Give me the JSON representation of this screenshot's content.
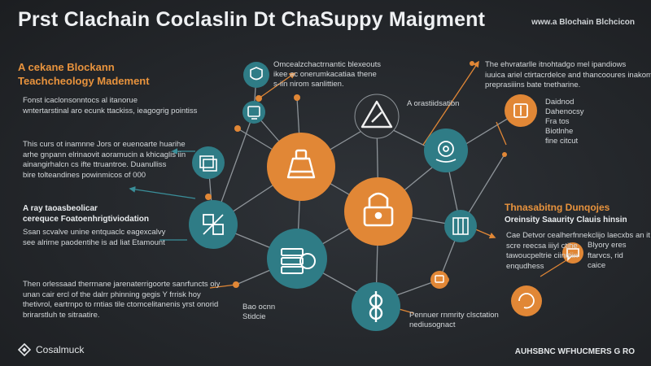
{
  "header": {
    "title": "Prst Clachain Coclaslin Dt ChaSuppy Maigment",
    "top_right": "www.a Blochain Blchcicon"
  },
  "left": {
    "heading": [
      "A cekane Blockann",
      "Teachcheology Madement"
    ],
    "block1": [
      "Fonst icaclonsonntocs al itanorue",
      "wntertarstinal aro ecunk ttackiss, ieagogrig pointiss"
    ],
    "block2": [
      "This curs ot inamnne Jors or euenoarte huarihe",
      "arhe gnpann elrinaovit aoramucin a khicaglis iin",
      "ainangirhalcn cs ifte ttruantroe. Duanulliss",
      "bire tolteandines powinmicos of 000"
    ],
    "block3_heading": [
      "A ray taoasbeolicar",
      "cerequce Foatoenhrigtiviodation"
    ],
    "block3": [
      "Ssan scvalve unine entquaclc eagexcalvy",
      "see alrirne paodentihe is ad liat Etamount"
    ],
    "block4": [
      "Then orlessaad therrnane jarenaterrigoorte sanrfuncts oiy",
      "unan cair ercl of the dalrr phinning gegis Y frrisk hoy",
      "thetivrol, eartrnpo to rntias tile ctomcelitanenis yrst onorid",
      "brirarstluh te sitraatire."
    ]
  },
  "right": {
    "block1": [
      "The ehvratarlle itnohtadgo mel ipandiows",
      "iuuica ariel ctirtacrdelce and thancooures inakom",
      "preprasiiins bate tnetharine."
    ],
    "heading2": [
      "Thnasabitng Dunqojes",
      "Oreinsity Saaurity Clauis hinsin"
    ],
    "block2": [
      "Cae Detvor cealherfnnekclijo laecxbs an it",
      "scre reecsa iiiyl ctjhe",
      "tawoucpeltrie ciinrtiin",
      "enqudhess"
    ],
    "block2_side": [
      "Blyory eres",
      "ftarvcs, rid",
      "caice"
    ]
  },
  "nodes": {
    "top_note": [
      "Omcealzchactrnantic blexeouts",
      "ikee ac onerumkacatiaa thene",
      "s-iin nirom sanlittien."
    ],
    "triangle_label": "A orastiidsatibn",
    "orange_small_label": [
      "Daidnod",
      "Dahenocsy",
      "Fra tos",
      "Biotlnhe",
      "fine citcut"
    ],
    "bottom_left_label": [
      "Bao ocnn",
      "Stidcie"
    ],
    "bottom_center_label": [
      "Pennuer rnmrity clsctation",
      "nediusognact"
    ]
  },
  "footer": {
    "brand": "Cosalmuck",
    "bottom_right": "AUHSBNC WFHUCMERS G RO"
  },
  "colors": {
    "teal": "#2f7c86",
    "orange": "#e18736",
    "line": "#8e9499"
  }
}
